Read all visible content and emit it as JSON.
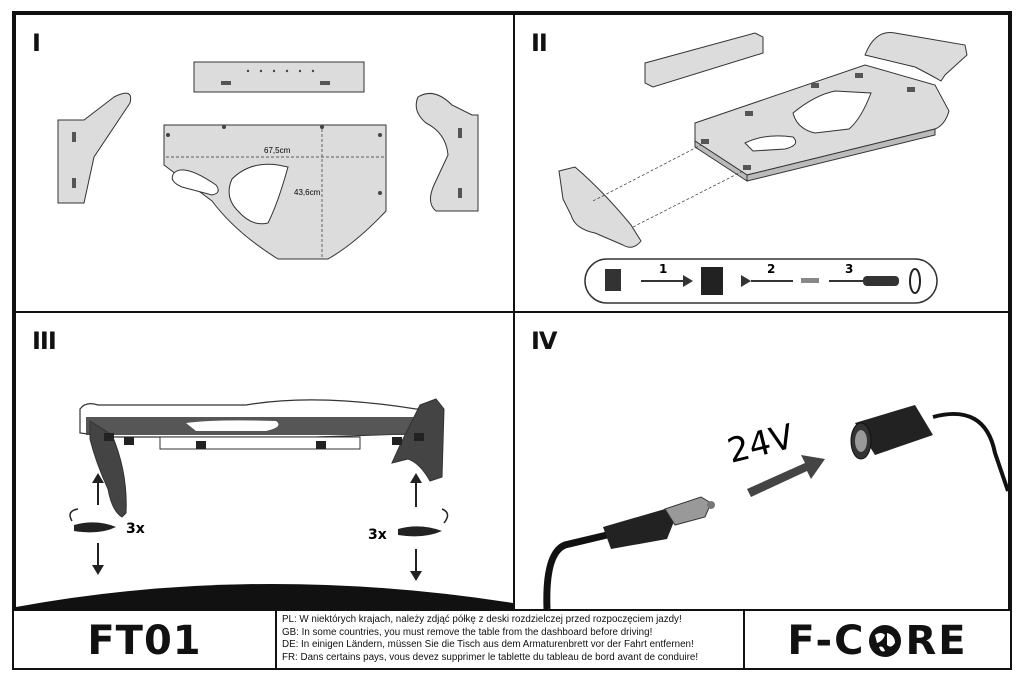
{
  "panels": [
    {
      "label": "I"
    },
    {
      "label": "II"
    },
    {
      "label": "III"
    },
    {
      "label": "IV"
    }
  ],
  "dimensions": {
    "width": "67,5cm",
    "height": "43,6cm"
  },
  "steps": {
    "one": "1",
    "two": "2",
    "three": "3"
  },
  "mounting": {
    "left_count": "3x",
    "right_count": "3x"
  },
  "power": {
    "voltage": "24V"
  },
  "footer": {
    "model": "FT01",
    "warnings": [
      "PL: W niektórych krajach, należy zdjąć półkę z deski rozdzielczej przed rozpoczęciem jazdy!",
      "GB: In some countries, you must remove the table from the dashboard before driving!",
      "DE: In einigen Ländern, müssen Sie die Tisch aus dem Armaturenbrett vor der Fahrt entfernen!",
      "FR: Dans certains pays, vous devez supprimer le tablette du tableau de bord avant de conduire!"
    ],
    "brand_left": "F-C",
    "brand_right": "RE"
  },
  "icons": [
    "screwdriver-icon",
    "screw-icon",
    "clip-icon",
    "globe-icon",
    "arrow-icon"
  ],
  "colors": {
    "part_fill": "#dcdcdc",
    "outline": "#111111",
    "dark_part": "#3a3a3a"
  }
}
